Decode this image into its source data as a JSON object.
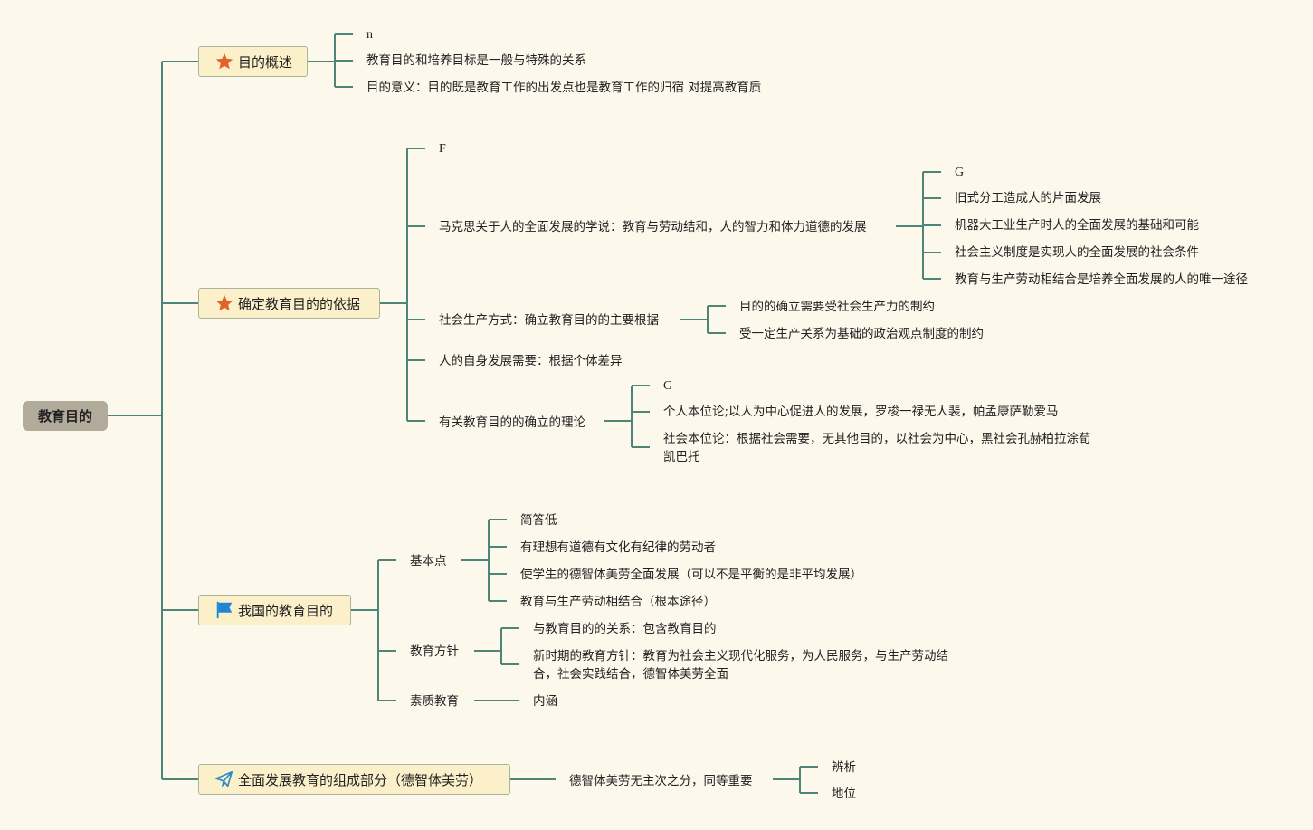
{
  "root": {
    "label": "教育目的"
  },
  "branches": [
    {
      "label": "目的概述",
      "icon": "star-icon",
      "children": [
        "n",
        "教育目的和培养目标是一般与特殊的关系",
        "目的意义：目的既是教育工作的出发点也是教育工作的归宿 对提高教育质"
      ]
    },
    {
      "label": "确定教育目的的依据",
      "icon": "star-icon",
      "children": [
        "F",
        "马克思关于人的全面发展的学说：教育与劳动结和，人的智力和体力道德的发展",
        "社会生产方式：确立教育目的的主要根据",
        "人的自身发展需要：根据个体差异",
        "有关教育目的的确立的理论"
      ],
      "marx_children": [
        "G",
        "旧式分工造成人的片面发展",
        "机器大工业生产时人的全面发展的基础和可能",
        "社会主义制度是实现人的全面发展的社会条件",
        "教育与生产劳动相结合是培养全面发展的人的唯一途径"
      ],
      "production_children": [
        "目的的确立需要受社会生产力的制约",
        "受一定生产关系为基础的政治观点制度的制约"
      ],
      "theory_children": [
        "G",
        "个人本位论;以人为中心促进人的发展，罗梭一禄无人裴，帕孟康萨勒爱马",
        "社会本位论：根据社会需要，无其他目的，以社会为中心，黑社会孔赫柏拉涂荀",
        "凯巴托"
      ]
    },
    {
      "label": "我国的教育目的",
      "icon": "flag-icon",
      "children": [
        "基本点",
        "教育方针",
        "素质教育"
      ],
      "basic_children": [
        "简答低",
        "有理想有道德有文化有纪律的劳动者",
        "使学生的德智体美劳全面发展（可以不是平衡的是非平均发展）",
        "教育与生产劳动相结合（根本途径）"
      ],
      "policy_children": [
        "与教育目的的关系：包含教育目的",
        "新时期的教育方针：教育为社会主义现代化服务，为人民服务，与生产劳动结",
        "合，社会实践结合，德智体美劳全面"
      ],
      "quality_children": [
        "内涵"
      ]
    },
    {
      "label": "全面发展教育的组成部分（德智体美劳）",
      "icon": "paper-plane-icon",
      "children": [
        "德智体美劳无主次之分，同等重要"
      ],
      "sub_children": [
        "辨析",
        "地位"
      ]
    }
  ],
  "colors": {
    "background": "#fdf8ec",
    "line": "#4d8678",
    "topic_fill": "#fcf0cb",
    "root_fill": "#b2ab9b",
    "star": "#e2632a",
    "flag": "#1f86d4",
    "plane": "#2a8cc8"
  }
}
